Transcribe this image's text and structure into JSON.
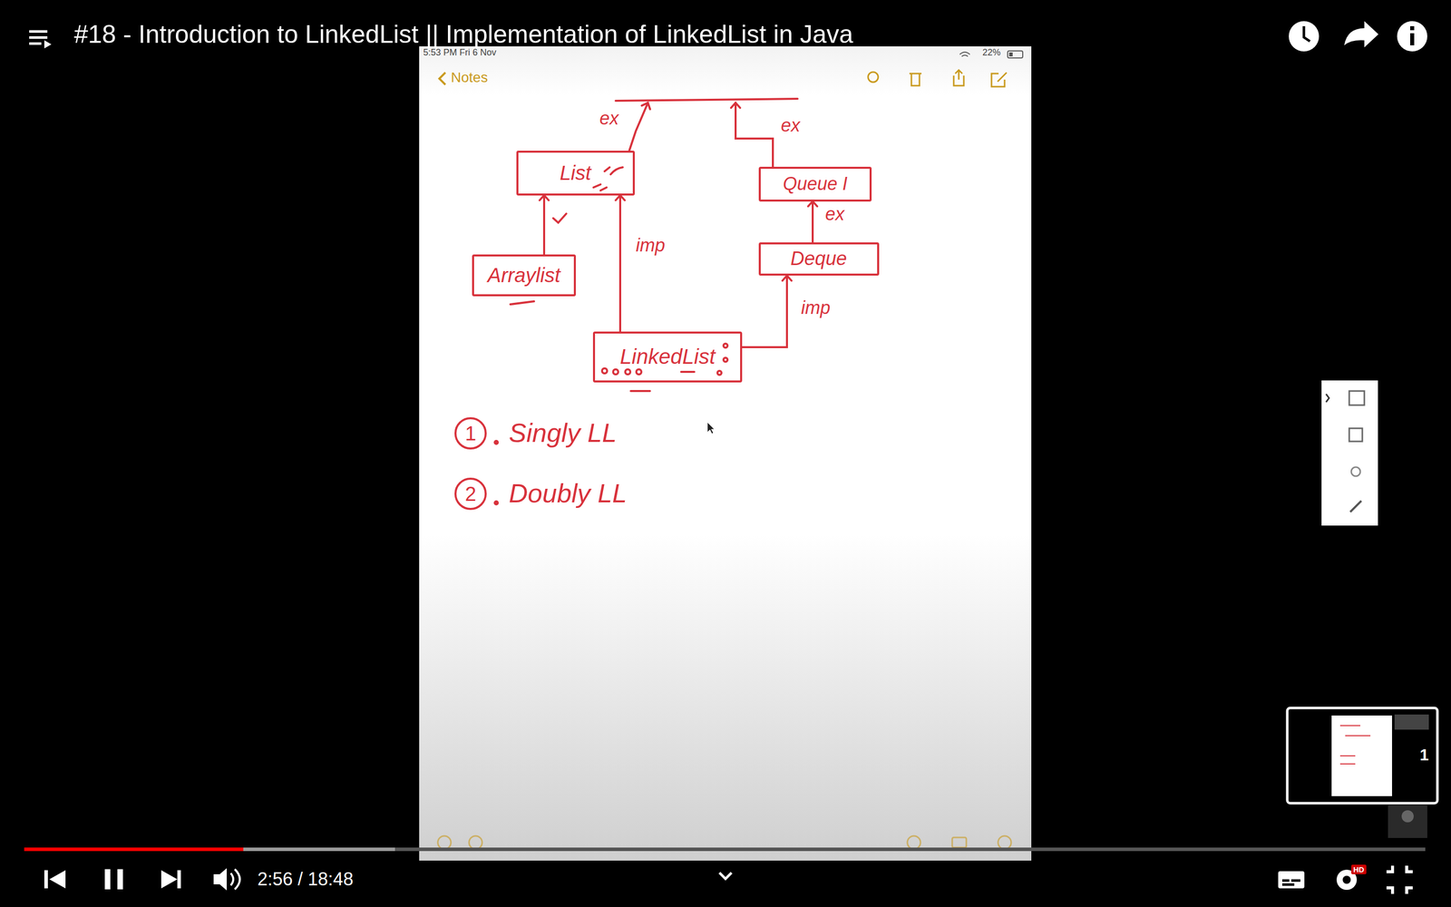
{
  "diagram": {
    "title": "#18 - Introduction to LinkedList || Implementation of LinkedList in Java",
    "nodes": [
      {
        "text": [
          "List"
        ]
      },
      {
        "text": [
          "Queue I"
        ]
      },
      {
        "text": [
          "Arraylist"
        ]
      },
      {
        "text": [
          "Deque"
        ]
      },
      {
        "text": [
          "LinkedList"
        ]
      }
    ],
    "edges": [
      {
        "from": 2,
        "to": 0,
        "arrow": "to"
      },
      {
        "from": 4,
        "to": 0,
        "label": "imp",
        "arrow": "to"
      },
      {
        "from": 3,
        "to": 1,
        "label": "ex",
        "arrow": "to"
      },
      {
        "from": 4,
        "to": 3,
        "label": "imp",
        "arrow": "to"
      }
    ],
    "labels": [
      "5:53 PM  Fri 6 Nov",
      "22%",
      "Notes",
      "ex",
      "ex",
      "1",
      "Singly LL",
      "2",
      "Doubly LL",
      "2:56 / 18:48",
      "1",
      "HD"
    ]
  }
}
